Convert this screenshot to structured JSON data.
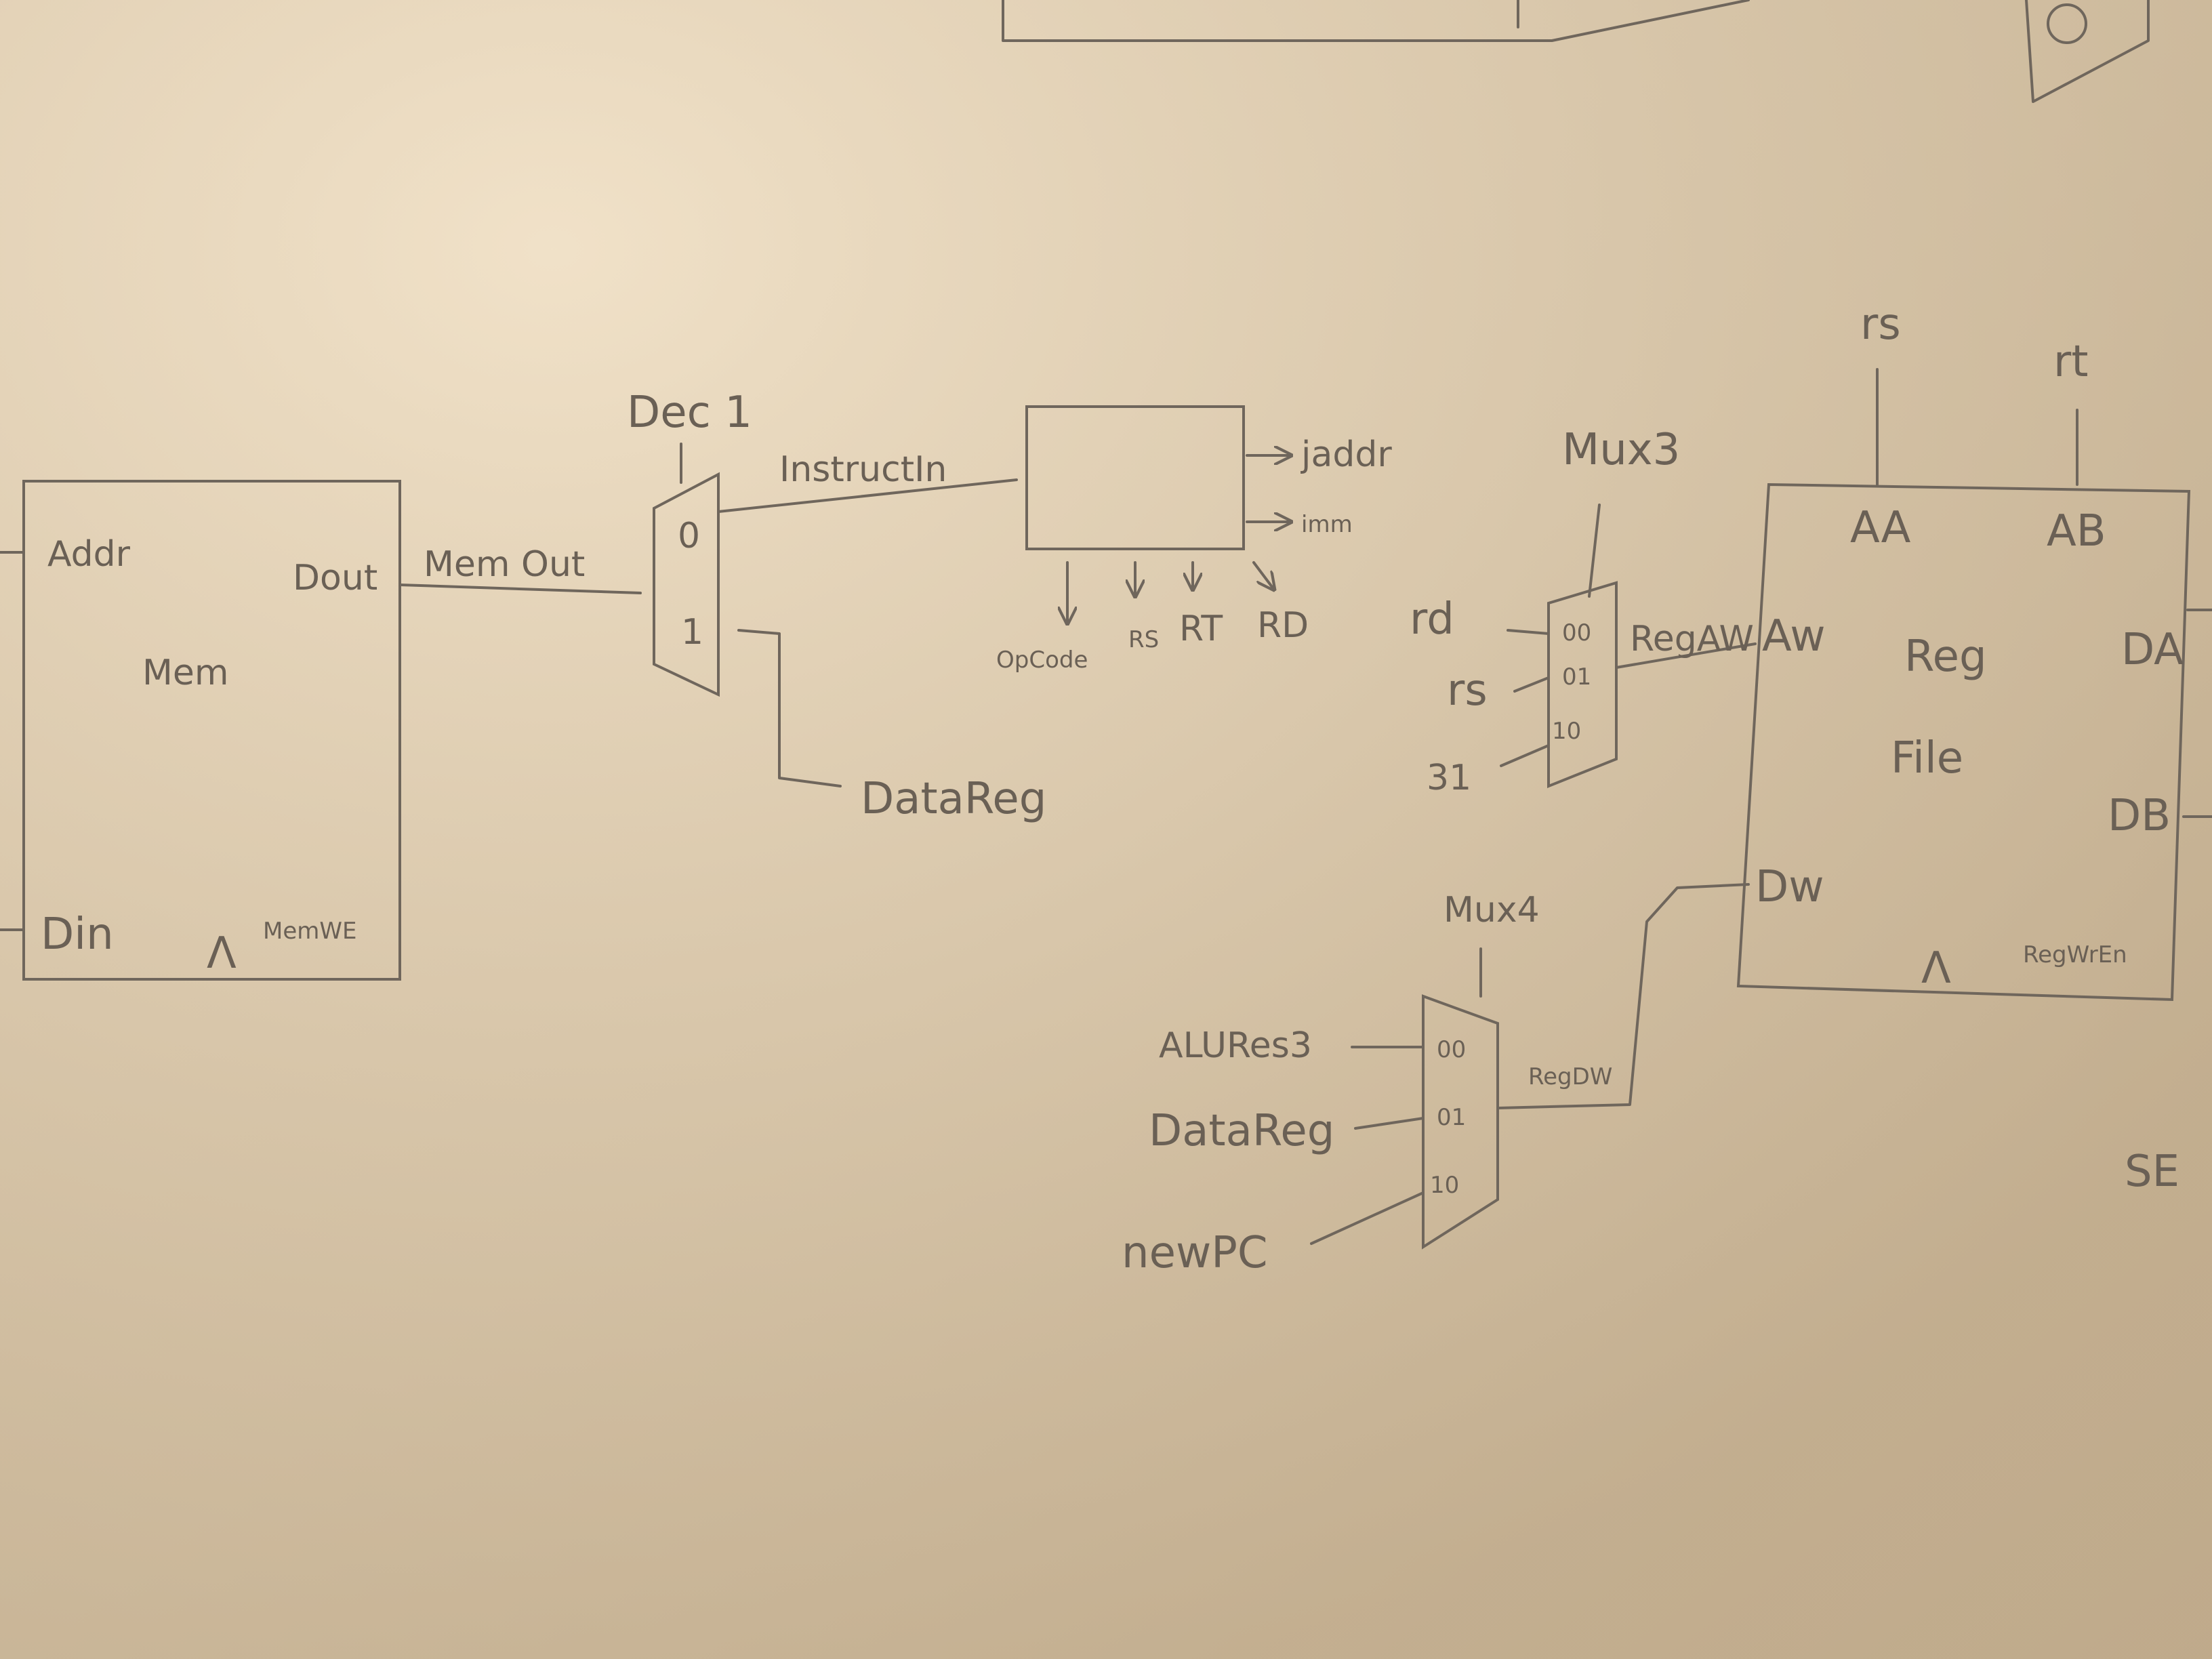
{
  "mem": {
    "name": "Mem",
    "addr": "Addr",
    "dout": "Dout",
    "din": "Din",
    "we": "MemWE",
    "clock": "Λ"
  },
  "wires": {
    "mem_out": "Mem Out",
    "instruct_in": "InstructIn",
    "data_reg_out": "DataReg",
    "reg_aw": "RegAW",
    "reg_dw": "RegDW"
  },
  "dec1": {
    "name": "Dec 1",
    "in0": "0",
    "in1": "1"
  },
  "decoder": {
    "jaddr": "jaddr",
    "imm": "imm",
    "opcode": "OpCode",
    "rs": "RS",
    "rt": "RT",
    "rd": "RD"
  },
  "mux3": {
    "name": "Mux3",
    "in_rd": "rd",
    "in_rs": "rs",
    "in_31": "31",
    "sel00": "00",
    "sel01": "01",
    "sel10": "10"
  },
  "mux4": {
    "name": "Mux4",
    "in_alu": "ALURes3",
    "in_datareg": "DataReg",
    "in_newpc": "newPC",
    "sel00": "00",
    "sel01": "01",
    "sel10": "10"
  },
  "regfile": {
    "name_line1": "Reg",
    "name_line2": "File",
    "in_rs": "rs",
    "in_rt": "rt",
    "aa": "AA",
    "ab": "AB",
    "aw": "Aw",
    "dw": "Dw",
    "da": "DA",
    "db": "DB",
    "wren": "RegWrEn",
    "clock": "Λ"
  },
  "se": "SE"
}
